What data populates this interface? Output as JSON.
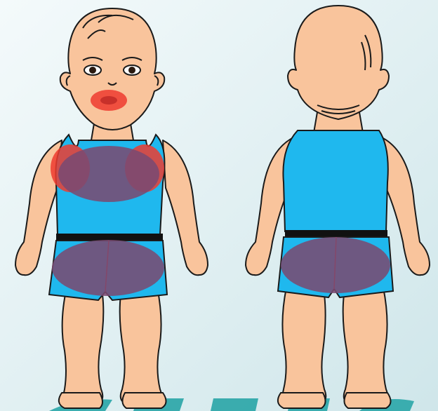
{
  "scene": {
    "background_top": "#F4FAFB",
    "background_bottom": "#CFE6EA",
    "skin_color": "#F9C49C",
    "skin_shadow": "#E6A27C",
    "shirt_color": "#1FB8EE",
    "shorts_color": "#1FB8EE",
    "waistband_color": "#111111",
    "outline_color": "#1A1A1A",
    "hair_color": "#F5C29A",
    "eye_color": "#2B1A10"
  },
  "figures": [
    {
      "view": "front",
      "icon": "baby-front-view"
    },
    {
      "view": "back",
      "icon": "baby-back-view"
    }
  ],
  "highlights": [
    {
      "area": "mouth",
      "view": "front",
      "color": "#EE3B2F"
    },
    {
      "area": "left-shoulder",
      "view": "front",
      "color": "#EE3B2F"
    },
    {
      "area": "right-shoulder",
      "view": "front",
      "color": "#EE3B2F"
    },
    {
      "area": "chest",
      "view": "front",
      "color": "#7A4A72"
    },
    {
      "area": "groin",
      "view": "front",
      "color": "#7A4A72"
    },
    {
      "area": "buttocks",
      "view": "back",
      "color": "#7A4A72"
    }
  ],
  "watermark": {
    "color": "#29A6A8"
  }
}
